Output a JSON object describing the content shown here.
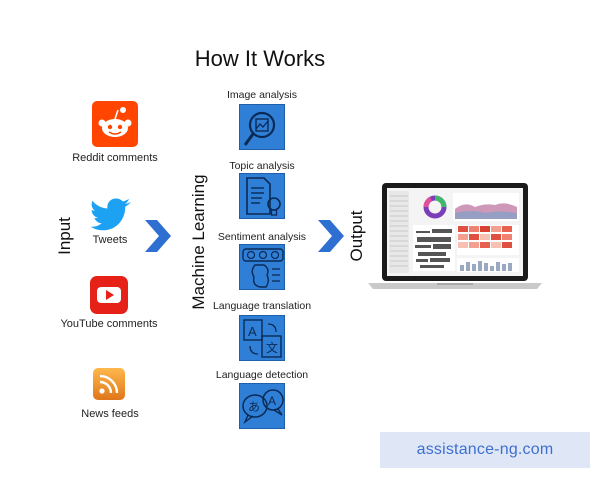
{
  "title": "How It Works",
  "input_label": "Input",
  "ml_label": "Machine Learning",
  "output_label": "Output",
  "sources": [
    {
      "label": "Reddit comments",
      "icon": "reddit-icon"
    },
    {
      "label": "Tweets",
      "icon": "twitter-icon"
    },
    {
      "label": "YouTube comments",
      "icon": "youtube-icon"
    },
    {
      "label": "News feeds",
      "icon": "rss-icon"
    }
  ],
  "ml_steps": [
    {
      "label": "Image analysis",
      "icon": "image-analysis-icon"
    },
    {
      "label": "Topic analysis",
      "icon": "topic-analysis-icon"
    },
    {
      "label": "Sentiment analysis",
      "icon": "sentiment-analysis-icon"
    },
    {
      "label": "Language translation",
      "icon": "translation-icon"
    },
    {
      "label": "Language detection",
      "icon": "language-detection-icon"
    }
  ],
  "output_device": "laptop-dashboard",
  "watermark": "assistance-ng.com",
  "colors": {
    "chevron": "#2f6fd1",
    "ml_box": "#2f7fd6",
    "reddit": "#ff4500",
    "twitter": "#1da1f2",
    "youtube": "#e62117",
    "rss": "#f58a1f"
  }
}
